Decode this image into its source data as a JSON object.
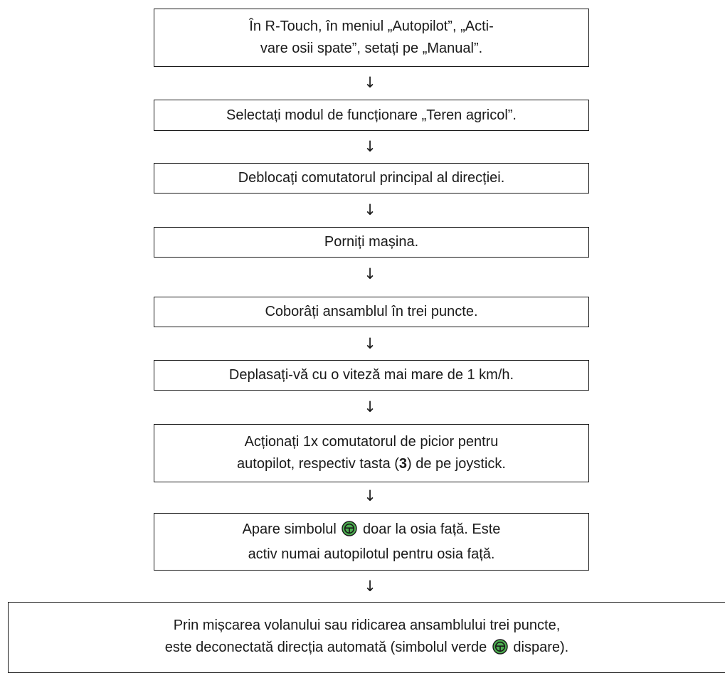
{
  "flow": {
    "step1": {
      "line1": "În R-Touch, în meniul „Autopilot”, „Acti-",
      "line2": "vare osii spate”, setați pe „Manual”."
    },
    "step2": {
      "line1": "Selectați modul de funcționare „Teren agricol”."
    },
    "step3": {
      "line1": "Deblocați comutatorul principal al direcției."
    },
    "step4": {
      "line1": "Porniți mașina."
    },
    "step5": {
      "line1": "Coborâți ansamblul în trei puncte."
    },
    "step6": {
      "line1": "Deplasați-vă cu o viteză mai mare de 1 km/h."
    },
    "step7": {
      "line1": "Acționați 1x comutatorul de picior pentru",
      "line2_pre": "autopilot, respectiv tasta (",
      "line2_bold": "3",
      "line2_post": ") de pe joystick."
    },
    "step8": {
      "line1_pre": "Apare simbolul ",
      "line1_post": " doar la osia față. Este",
      "line2": "activ numai autopilotul pentru osia față."
    },
    "step9": {
      "line1": "Prin mișcarea volanului sau ridicarea ansamblului trei puncte,",
      "line2_pre": "este deconectată direcția automată (simbolul verde ",
      "line2_post": " dispare)."
    },
    "arrow_glyph": "↓"
  },
  "icons": {
    "steering_wheel_icon": {
      "name": "steering-wheel-icon",
      "fill": "#4caf50",
      "stroke": "#1a1a1a"
    }
  }
}
